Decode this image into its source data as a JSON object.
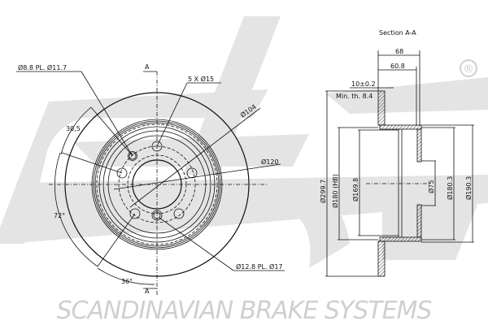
{
  "brand": {
    "name": "SCANDINAVIAN BRAKE SYSTEMS",
    "logo": "sbs",
    "registered_mark": "®"
  },
  "front_view": {
    "labels": {
      "holes_small": "Ø8.8 PL. Ø11.7",
      "section_marker_top": "A",
      "section_marker_bottom": "A",
      "bolt_holes": "5 X Ø15",
      "pcd": "Ø104",
      "hub": "Ø120",
      "offset": "30,5",
      "angle_72": "72°",
      "angle_36": "36°",
      "holes_large": "Ø12.8 PL. Ø17"
    }
  },
  "section_view": {
    "title": "Section A-A",
    "labels": {
      "height": "68",
      "height_inner": "60.8",
      "thickness": "10±0.2",
      "min_thickness": "Min. th. 8.4",
      "outer_diameter": "Ø299.7",
      "hb_diameter": "Ø180 (HB)",
      "inner_diameter": "Ø169.8",
      "centre_bore": "Ø75",
      "hat_diameter_1": "Ø180.3",
      "hat_diameter_2": "Ø190.3"
    }
  }
}
